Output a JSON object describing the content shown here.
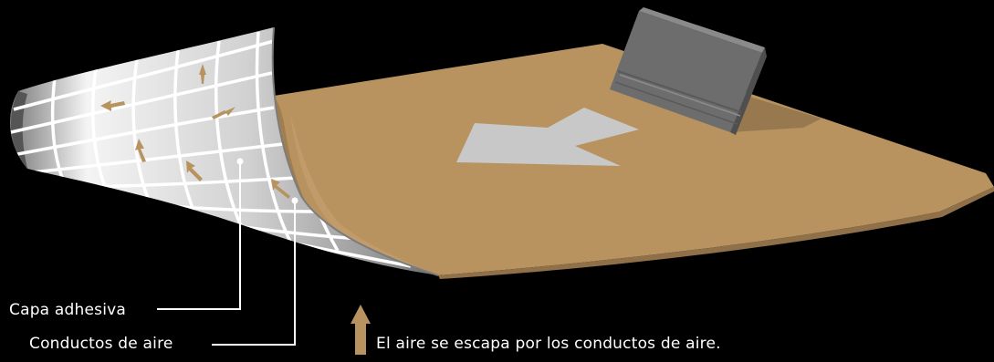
{
  "labels": {
    "adhesive_layer": "Capa adhesiva",
    "air_channels": "Conductos de aire"
  },
  "legend": {
    "text": "El aire se escapa por los conductos de aire."
  },
  "colors": {
    "background": "#000000",
    "film": "#b8935f",
    "arrow": "#b8935f",
    "squeegee": "#707070",
    "direction_arrow": "#c8c8c8",
    "adhesive_light": "#f2f2f2",
    "adhesive_dark": "#8a8a8a",
    "callout_line": "#ffffff"
  }
}
